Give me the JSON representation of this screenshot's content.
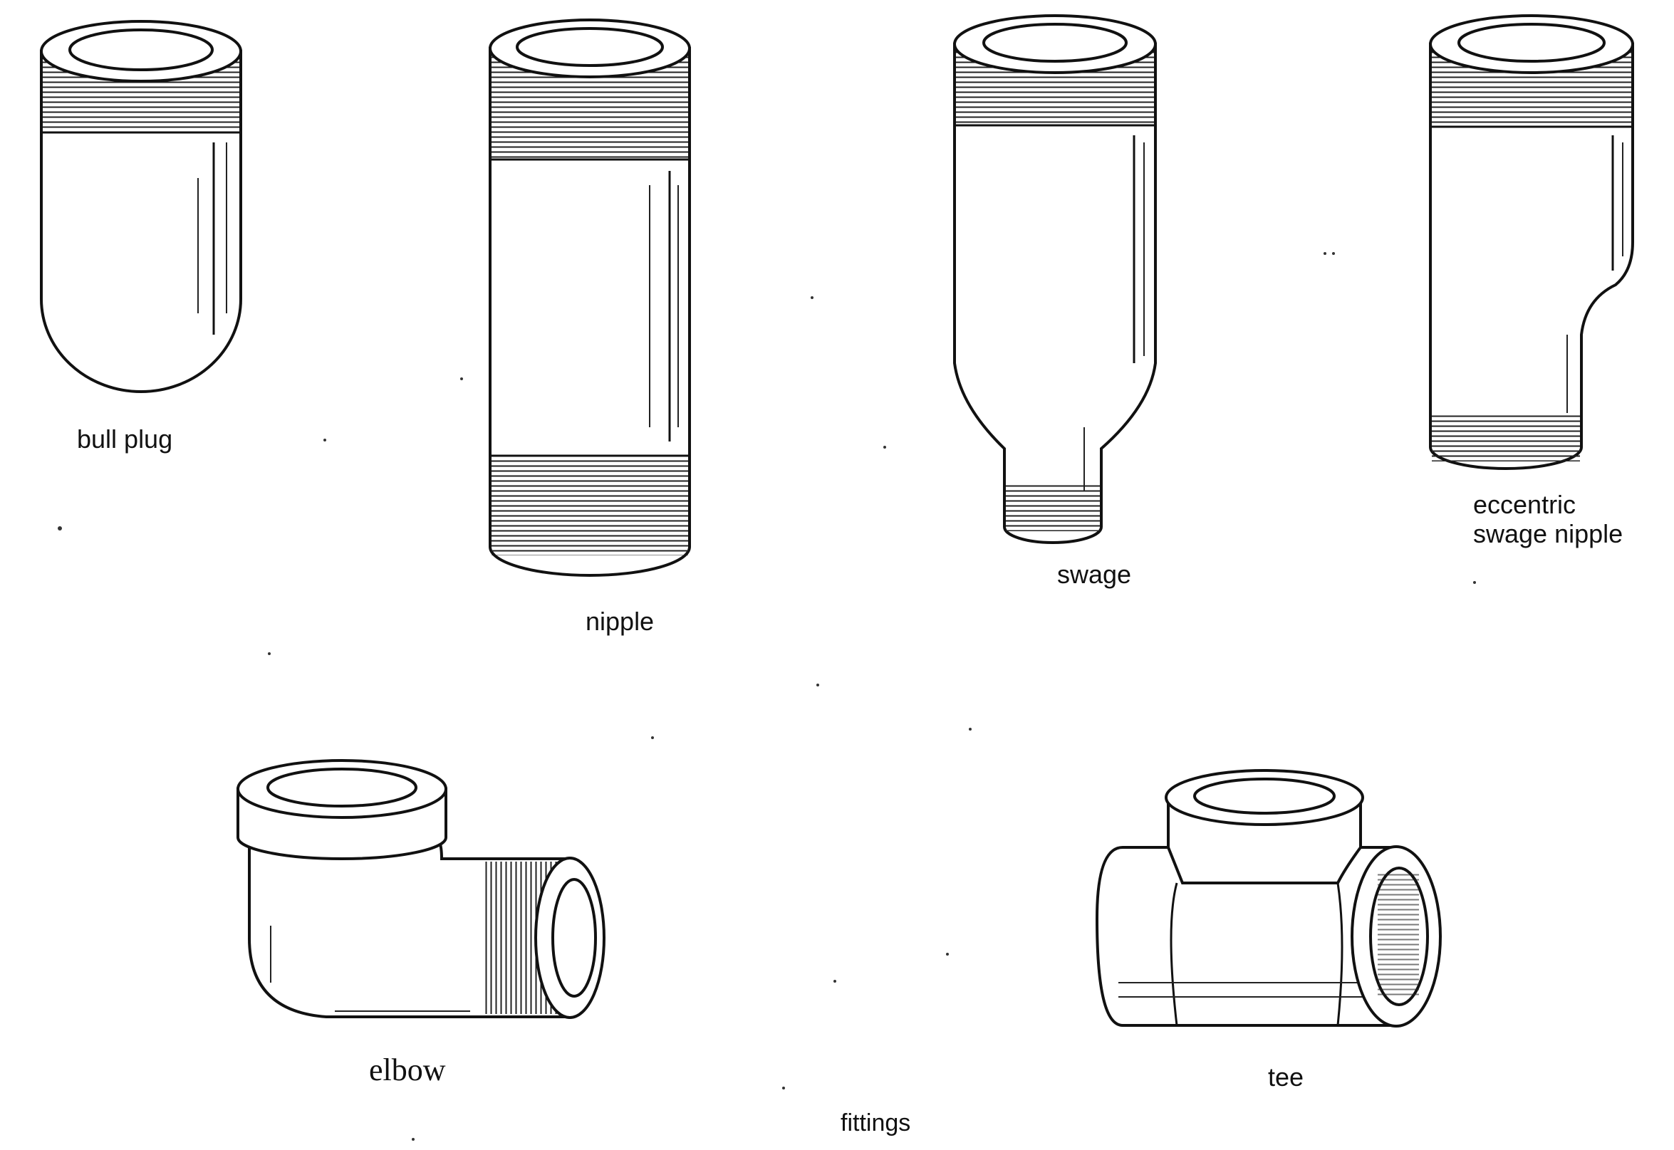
{
  "labels": {
    "bull_plug": "bull plug",
    "nipple": "nipple",
    "swage": "swage",
    "eccentric_line1": "eccentric",
    "eccentric_line2": "swage nipple",
    "elbow": "elbow",
    "tee": "tee",
    "caption": "fittings"
  },
  "colors": {
    "ink": "#111111",
    "paper": "#ffffff"
  }
}
